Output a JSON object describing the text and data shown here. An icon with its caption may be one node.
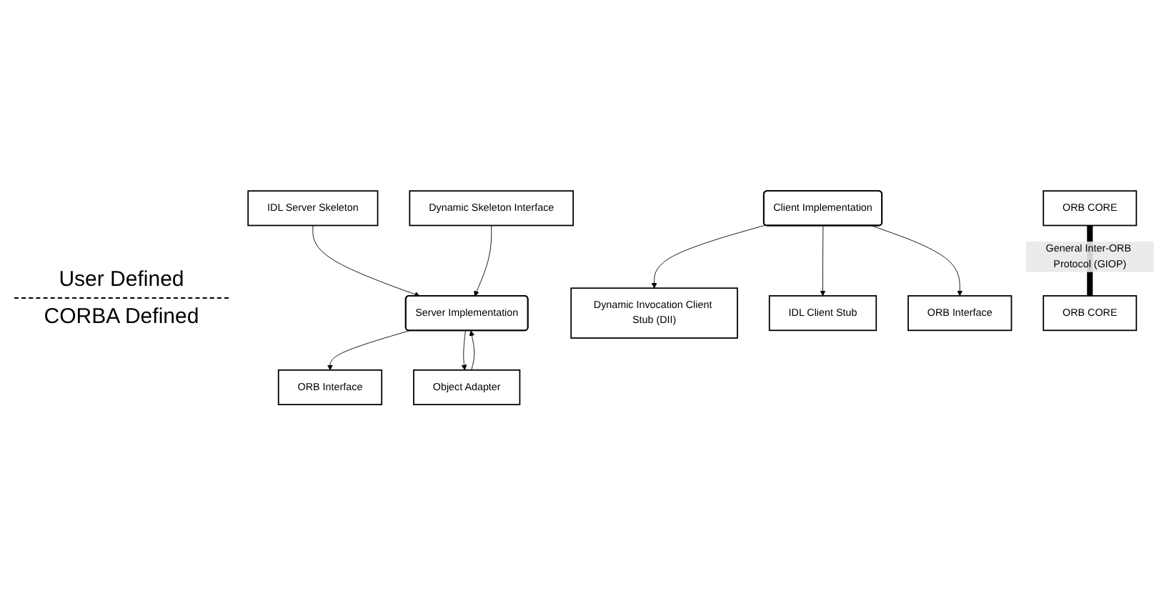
{
  "diagram": {
    "nodes": [
      {
        "text": [
          "Client Implementation"
        ]
      },
      {
        "text": [
          "Server Implementation"
        ]
      },
      {
        "text": [
          "Dynamic Invocation Client Stub (DII)"
        ]
      },
      {
        "text": [
          "IDL Client Stub"
        ]
      },
      {
        "text": [
          "ORB Interface"
        ]
      },
      {
        "text": [
          "ORB Interface"
        ]
      },
      {
        "text": [
          "IDL Server Skeleton"
        ]
      },
      {
        "text": [
          "Dynamic Skeleton Interface"
        ]
      },
      {
        "text": [
          "Object Adapter"
        ]
      },
      {
        "text": [
          "ORB CORE"
        ]
      },
      {
        "text": [
          "ORB CORE"
        ]
      }
    ],
    "edges": [
      {
        "from": 0,
        "to": 2,
        "arrow": "to"
      },
      {
        "from": 0,
        "to": 3,
        "arrow": "to"
      },
      {
        "from": 0,
        "to": 4,
        "arrow": "to"
      },
      {
        "from": 1,
        "to": 5,
        "arrow": "to"
      },
      {
        "from": 6,
        "to": 1,
        "arrow": "to"
      },
      {
        "from": 7,
        "to": 1,
        "arrow": "to"
      },
      {
        "from": 1,
        "to": 8,
        "arrow": "to"
      },
      {
        "from": 8,
        "to": 1,
        "arrow": "to"
      },
      {
        "from": 9,
        "to": 10,
        "arrow": "none",
        "label": "General Inter-ORB Protocol (GIOP)",
        "style": "thick"
      }
    ],
    "labels": [
      "User Defined",
      "CORBA Defined"
    ]
  }
}
